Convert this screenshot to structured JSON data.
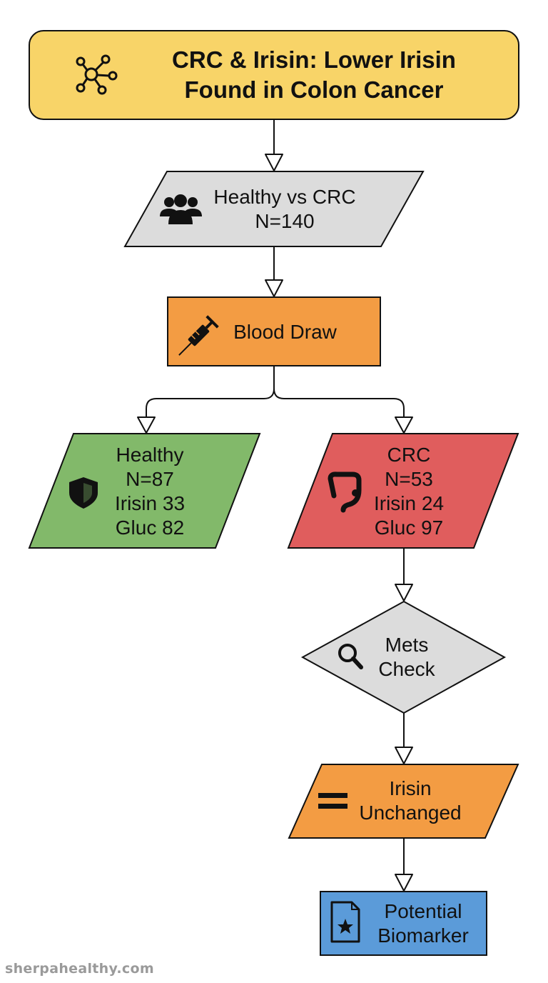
{
  "nodes": {
    "title": {
      "lines": [
        "CRC & Irisin: Lower Irisin",
        "Found in Colon Cancer"
      ],
      "icon": "network-molecule-icon",
      "fill": "#f8d468"
    },
    "cohort": {
      "lines": [
        "Healthy vs CRC",
        "N=140"
      ],
      "icon": "people-group-icon",
      "fill": "#dcdcdc"
    },
    "blood_draw": {
      "lines": [
        "Blood Draw"
      ],
      "icon": "syringe-icon",
      "fill": "#f39c43"
    },
    "healthy": {
      "lines": [
        "Healthy",
        "N=87",
        "Irisin 33",
        "Gluc 82"
      ],
      "icon": "shield-icon",
      "fill": "#82b96a"
    },
    "crc": {
      "lines": [
        "CRC",
        "N=53",
        "Irisin 24",
        "Gluc 97"
      ],
      "icon": "colon-icon",
      "fill": "#e05d5d"
    },
    "mets_check": {
      "lines": [
        "Mets",
        "Check"
      ],
      "icon": "magnifier-icon",
      "fill": "#dcdcdc"
    },
    "irisin_unchanged": {
      "lines": [
        "Irisin",
        "Unchanged"
      ],
      "icon": "equals-icon",
      "fill": "#f39c43"
    },
    "biomarker": {
      "lines": [
        "Potential",
        "Biomarker"
      ],
      "icon": "star-document-icon",
      "fill": "#5b9bd9"
    }
  },
  "watermark": "sherpahealthy.com"
}
